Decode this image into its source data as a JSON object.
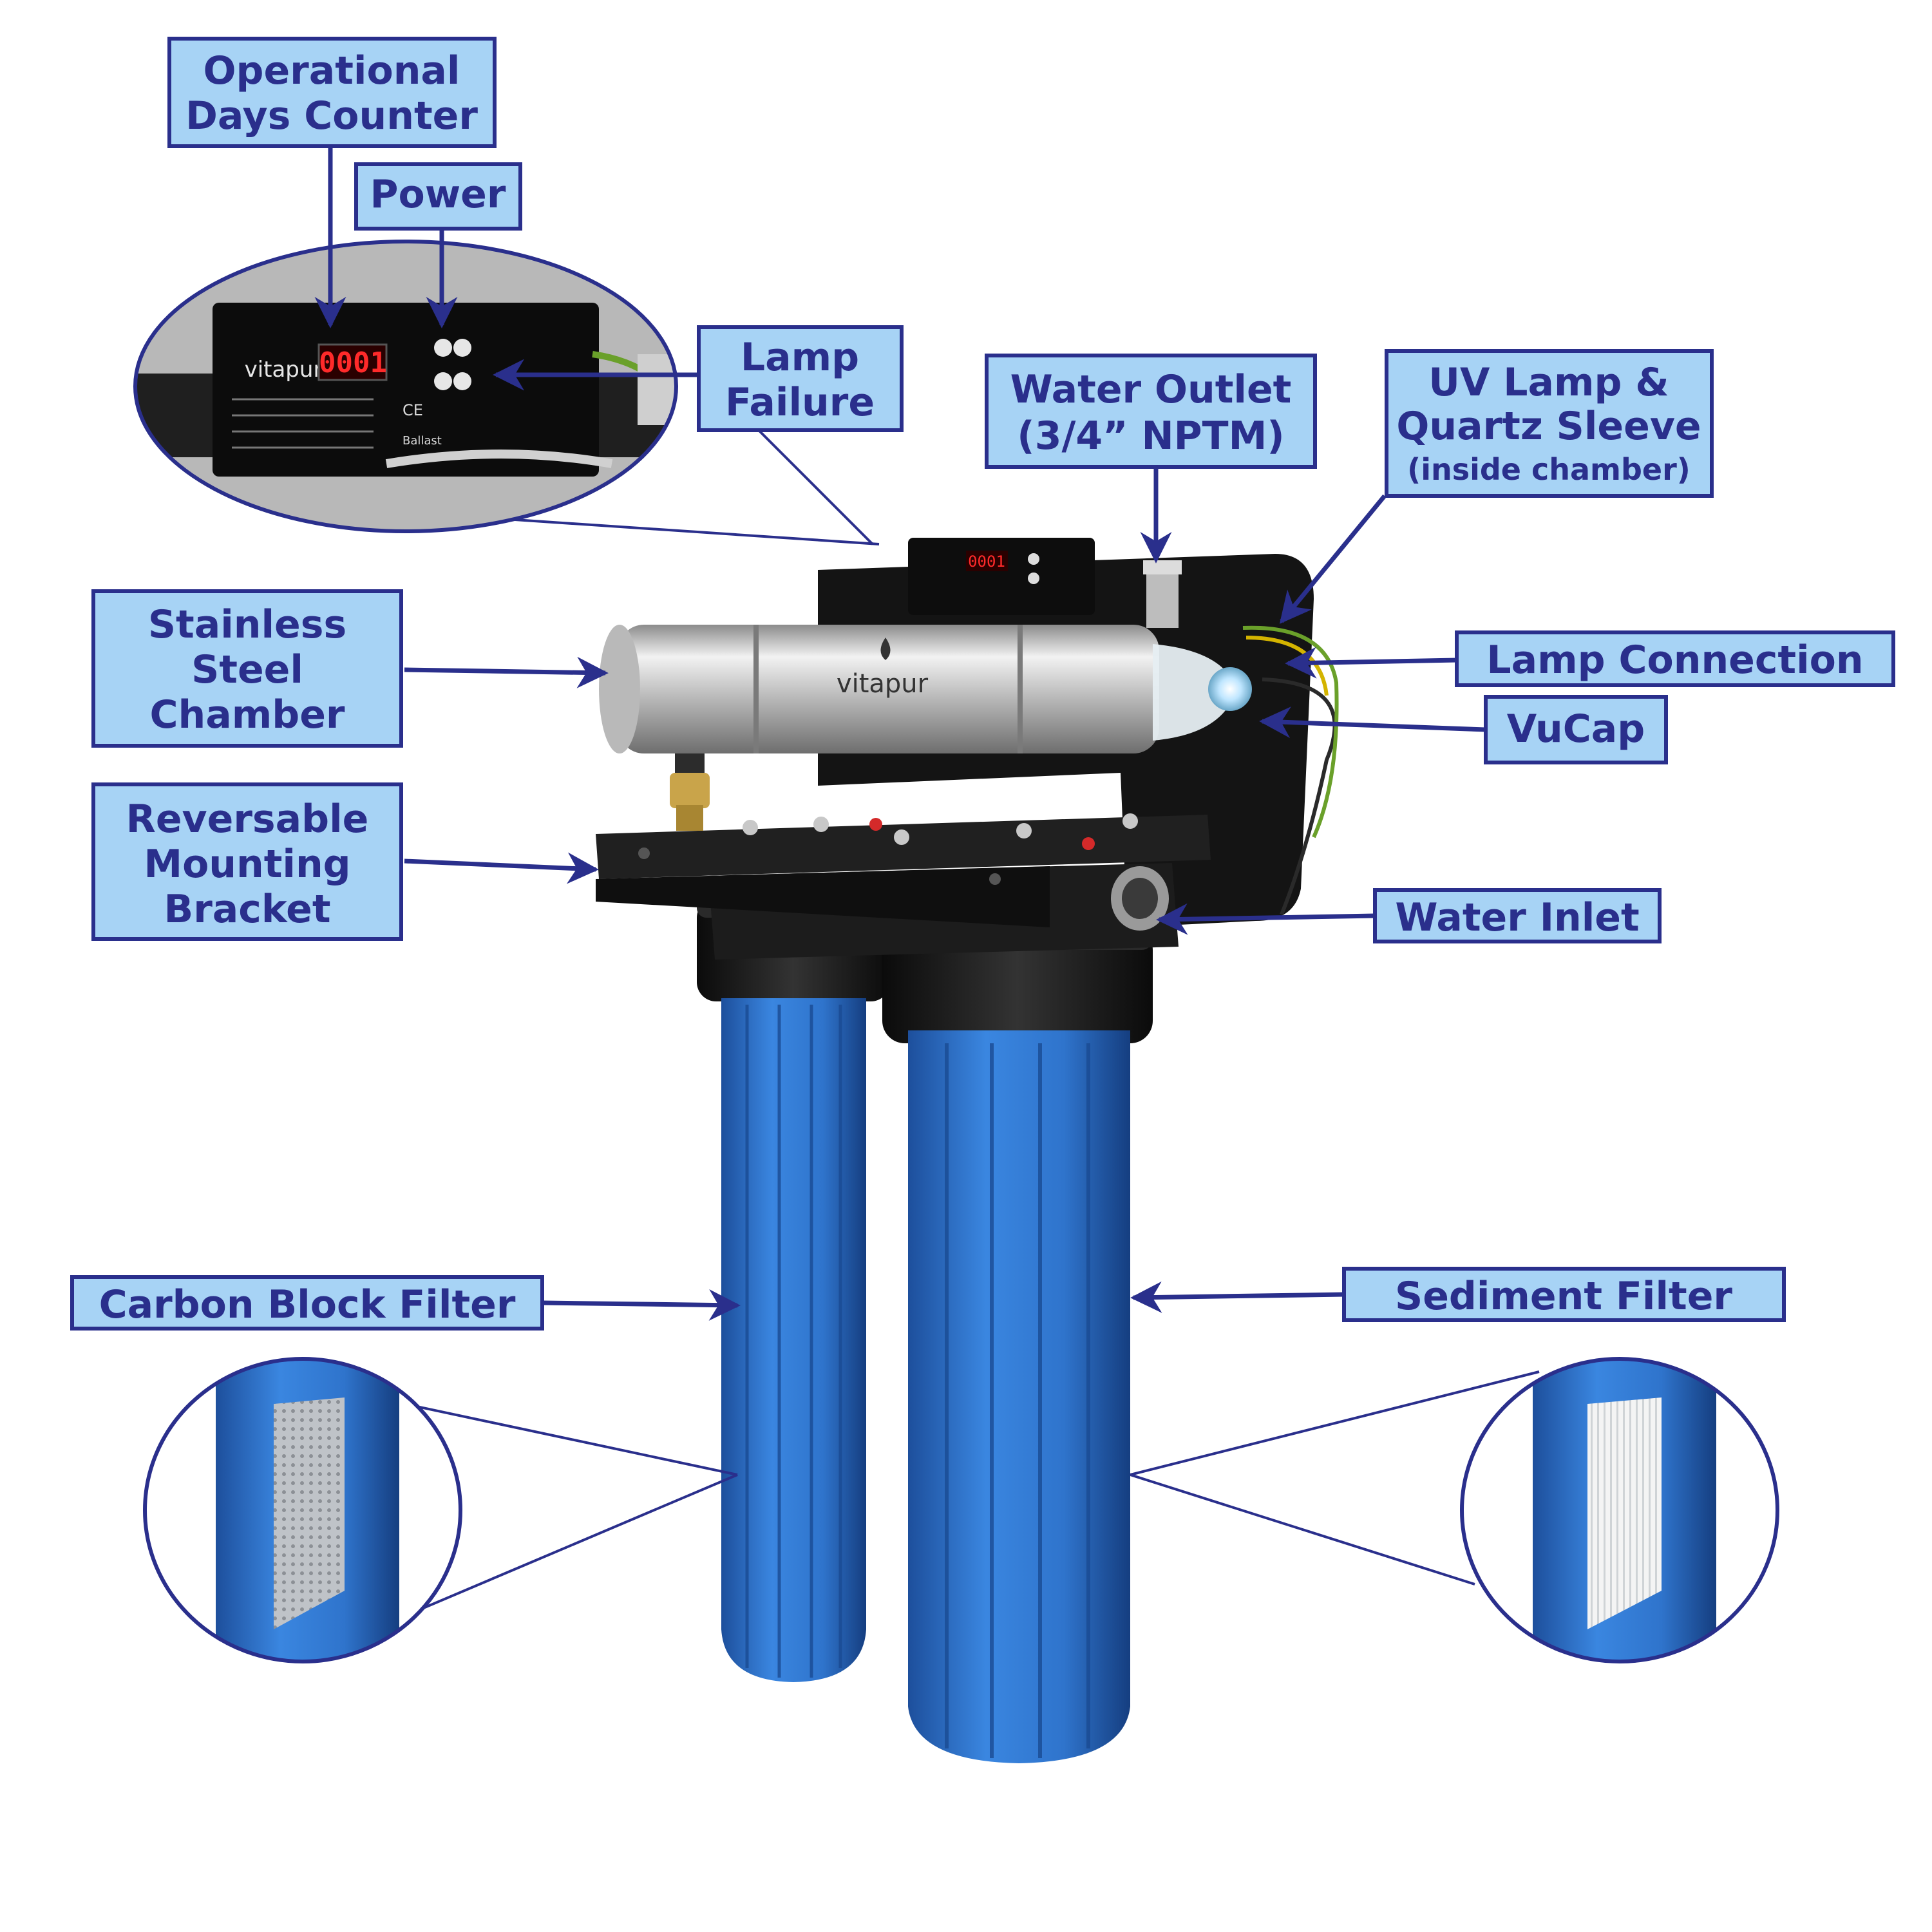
{
  "labels": {
    "operational_days_counter": [
      "Operational",
      "Days Counter"
    ],
    "power": [
      "Power"
    ],
    "lamp_failure": [
      "Lamp",
      "Failure"
    ],
    "water_outlet": [
      "Water Outlet",
      "(3/4” NPTM)"
    ],
    "uv_lamp": [
      "UV Lamp &",
      "Quartz Sleeve",
      "(inside chamber)"
    ],
    "stainless_chamber": [
      "Stainless",
      "Steel",
      "Chamber"
    ],
    "lamp_connection": [
      "Lamp Connection"
    ],
    "vucap": [
      "VuCap"
    ],
    "mounting_bracket": [
      "Reversable",
      "Mounting",
      "Bracket"
    ],
    "water_inlet": [
      "Water Inlet"
    ],
    "carbon_filter": [
      "Carbon Block Filter"
    ],
    "sediment_filter": [
      "Sediment Filter"
    ]
  },
  "brand": "vitapur",
  "counter_display": "0001",
  "controller_marks": [
    "CE",
    "Ballast"
  ],
  "colors": {
    "label_fill": "#a7d3f5",
    "label_border": "#2a2f8c",
    "label_text": "#2a2f8c",
    "arrow": "#2a2f8c",
    "filter_blue": "#2f74cc",
    "filter_cap": "#151515",
    "steel": "#cfcfcf",
    "counter_red": "#ff2a2a"
  },
  "icons": [
    "arrow-icon",
    "leader-line-icon",
    "droplet-icon"
  ]
}
